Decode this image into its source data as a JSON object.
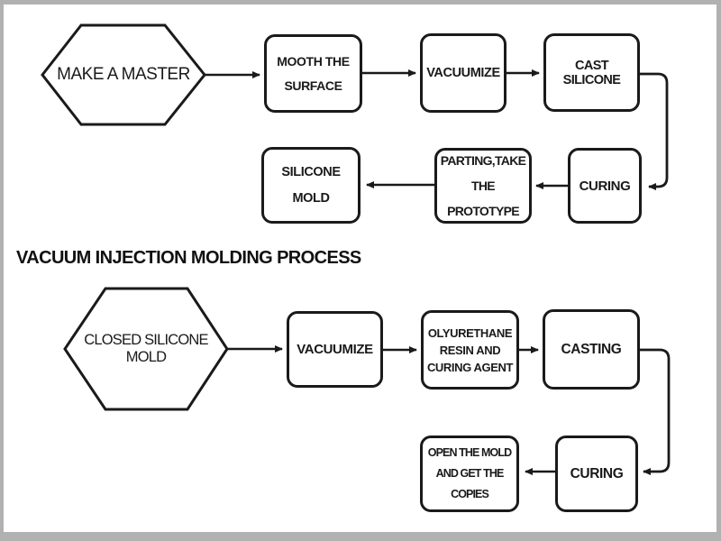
{
  "colors": {
    "line": "#1a1a1a",
    "frame_border": "#b1b1b1",
    "background": "#ffffff"
  },
  "section1": {
    "start_hexagon": {
      "label": "MAKE A MASTER"
    },
    "steps": {
      "smooth_surface": {
        "lines": [
          "MOOTH THE",
          "SURFACE"
        ]
      },
      "vacuumize": {
        "label": "VACUUMIZE"
      },
      "cast_silicone": {
        "label": "CAST SILICONE"
      },
      "curing": {
        "label": "CURING"
      },
      "parting": {
        "lines": [
          "PARTING,TAKE",
          "THE PROTOTYPE"
        ]
      },
      "silicone_mold": {
        "lines": [
          "SILICONE",
          "MOLD"
        ]
      }
    }
  },
  "section2": {
    "title": "VACUUM INJECTION MOLDING PROCESS",
    "start_hexagon": {
      "label": "CLOSED SILICONE MOLD"
    },
    "steps": {
      "vacuumize": {
        "label": "VACUUMIZE"
      },
      "resin_mix": {
        "lines": [
          "OLYURETHANE",
          "RESIN AND",
          "CURING AGENT"
        ]
      },
      "casting": {
        "label": "CASTING"
      },
      "curing": {
        "label": "CURING"
      },
      "open_mold": {
        "lines": [
          "OPEN THE MOLD",
          "AND GET THE COPIES"
        ]
      }
    }
  }
}
